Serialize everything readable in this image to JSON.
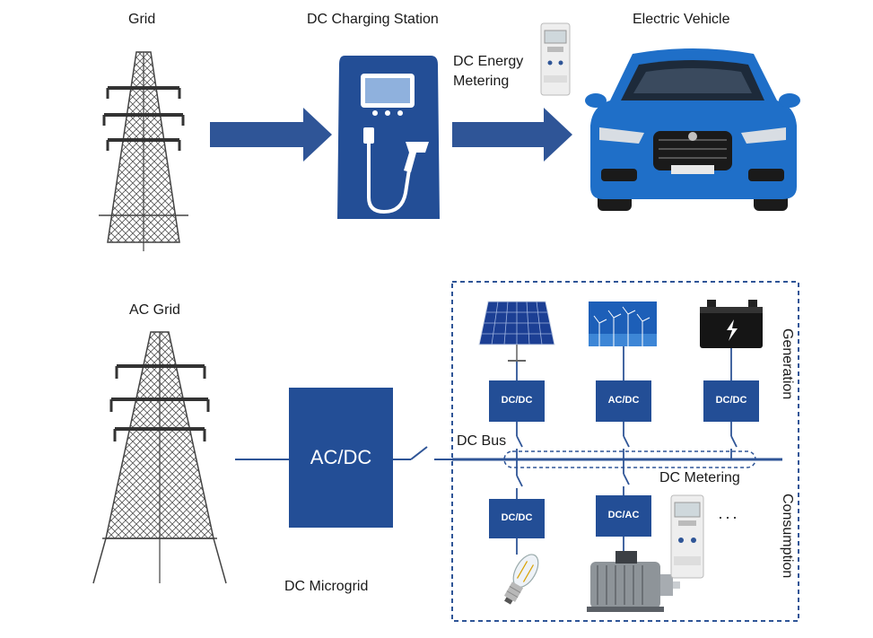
{
  "top": {
    "grid_label": "Grid",
    "station_label": "DC Charging Station",
    "metering_label_line1": "DC Energy",
    "metering_label_line2": "Metering",
    "vehicle_label": "Electric Vehicle"
  },
  "bottom": {
    "ac_grid_label": "AC Grid",
    "acdc_main_label": "AC/DC",
    "microgrid_label": "DC Microgrid",
    "dc_bus_label": "DC Bus",
    "dc_metering_label": "DC Metering",
    "generation_label": "Generation",
    "consumption_label": "Consumption",
    "ellipsis": "···",
    "converters": {
      "gen_solar": "DC/DC",
      "gen_wind": "AC/DC",
      "gen_battery": "DC/DC",
      "cons_bulb": "DC/DC",
      "cons_motor": "DC/AC"
    }
  },
  "colors": {
    "accent_blue": "#2f5597",
    "box_blue": "#234e96",
    "car_blue": "#1f6fc8",
    "dash_blue": "#2f5597"
  },
  "icons": [
    "transmission-tower-icon",
    "charging-station-icon",
    "energy-meter-icon",
    "car-icon",
    "solar-panel-icon",
    "wind-farm-icon",
    "battery-icon",
    "light-bulb-icon",
    "electric-motor-icon"
  ]
}
